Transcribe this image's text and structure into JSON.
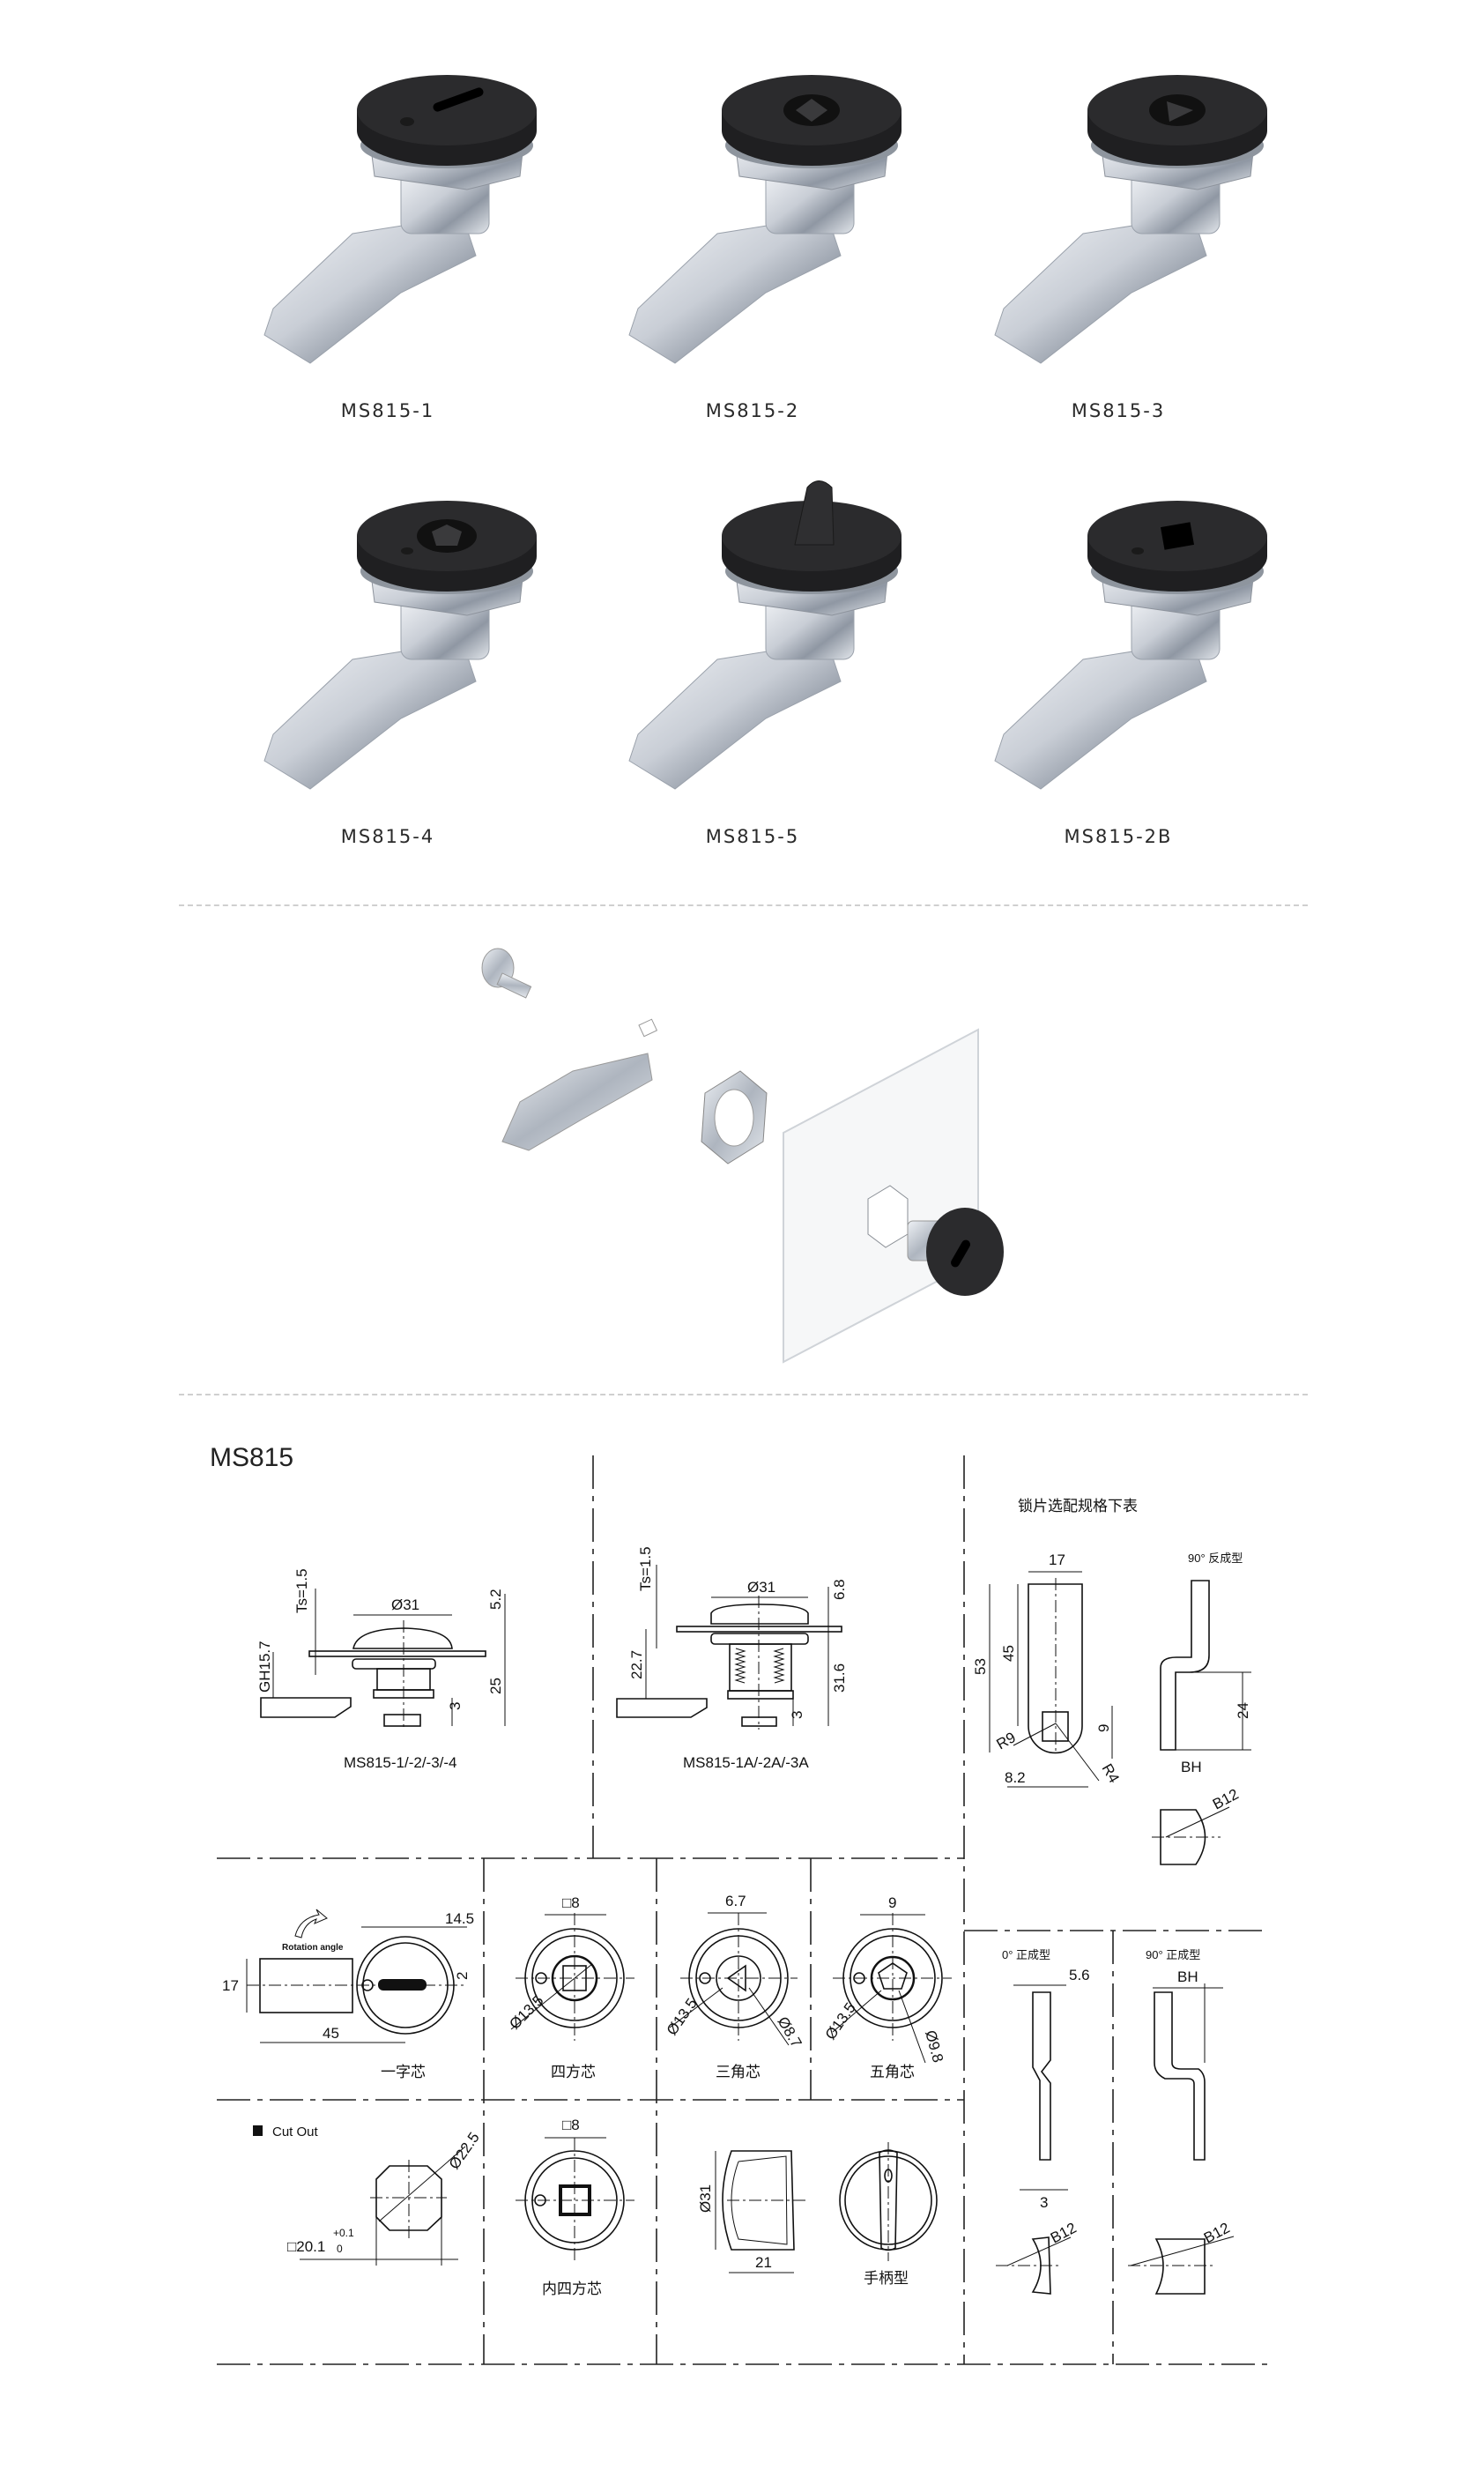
{
  "products": [
    {
      "label": "MS815-1",
      "cap": "slot"
    },
    {
      "label": "MS815-2",
      "cap": "diamond"
    },
    {
      "label": "MS815-3",
      "cap": "triangle"
    },
    {
      "label": "MS815-4",
      "cap": "pentagon"
    },
    {
      "label": "MS815-5",
      "cap": "wing-handle"
    },
    {
      "label": "MS815-2B",
      "cap": "square-hole"
    }
  ],
  "colors": {
    "cap": "#2b2b2d",
    "metal": "#c9ced6",
    "line": "#111111",
    "separator": "#cfcfcf"
  },
  "drawing": {
    "title": "MS815",
    "view1": {
      "caption": "MS815-1/-2/-3/-4",
      "ts": "Ts=1.5",
      "dia": "Ø31",
      "d52": "5.2",
      "gh": "GH15.7",
      "d25": "25",
      "d3": "3"
    },
    "view2": {
      "caption": "MS815-1A/-2A/-3A",
      "ts": "Ts=1.5",
      "dia": "Ø31",
      "d68": "6.8",
      "d227": "22.7",
      "d316": "31.6",
      "d3": "3"
    },
    "plate": {
      "title": "锁片选配规格下表",
      "w17": "17",
      "h53": "53",
      "h45": "45",
      "d9": "9",
      "r9": "R9",
      "d82": "8.2",
      "r4": "R4",
      "rev90": "90° 反成型",
      "d24": "24",
      "bh": "BH",
      "b12": "B12"
    },
    "slot_core": {
      "caption": "一字芯",
      "d145": "14.5",
      "rotation": "Rotation angle",
      "d17": "17",
      "d45": "45",
      "d2": "2"
    },
    "square_core": {
      "caption": "四方芯",
      "sq8": "□8",
      "dia": "Ø13.5"
    },
    "triangle_core": {
      "caption": "三角芯",
      "d67": "6.7",
      "dia": "Ø13.5",
      "dia2": "Ø8.7"
    },
    "pentagon_core": {
      "caption": "五角芯",
      "d9": "9",
      "dia": "Ø13.5",
      "dia2": "Ø9.8"
    },
    "cutout": {
      "title": "Cut Out",
      "dia": "Ø22.5",
      "sq": "□20.1",
      "tol_upper": "+0.1",
      "tol_lower": "0"
    },
    "inner_square_core": {
      "caption": "内四方芯",
      "sq8": "□8"
    },
    "handle": {
      "caption": "手柄型",
      "dia": "Ø31",
      "d21": "21"
    },
    "straight0": {
      "title": "0° 正成型",
      "d56": "5.6",
      "d3": "3",
      "b12": "B12"
    },
    "straight90": {
      "title": "90° 正成型",
      "bh": "BH",
      "b12": "B12"
    }
  }
}
